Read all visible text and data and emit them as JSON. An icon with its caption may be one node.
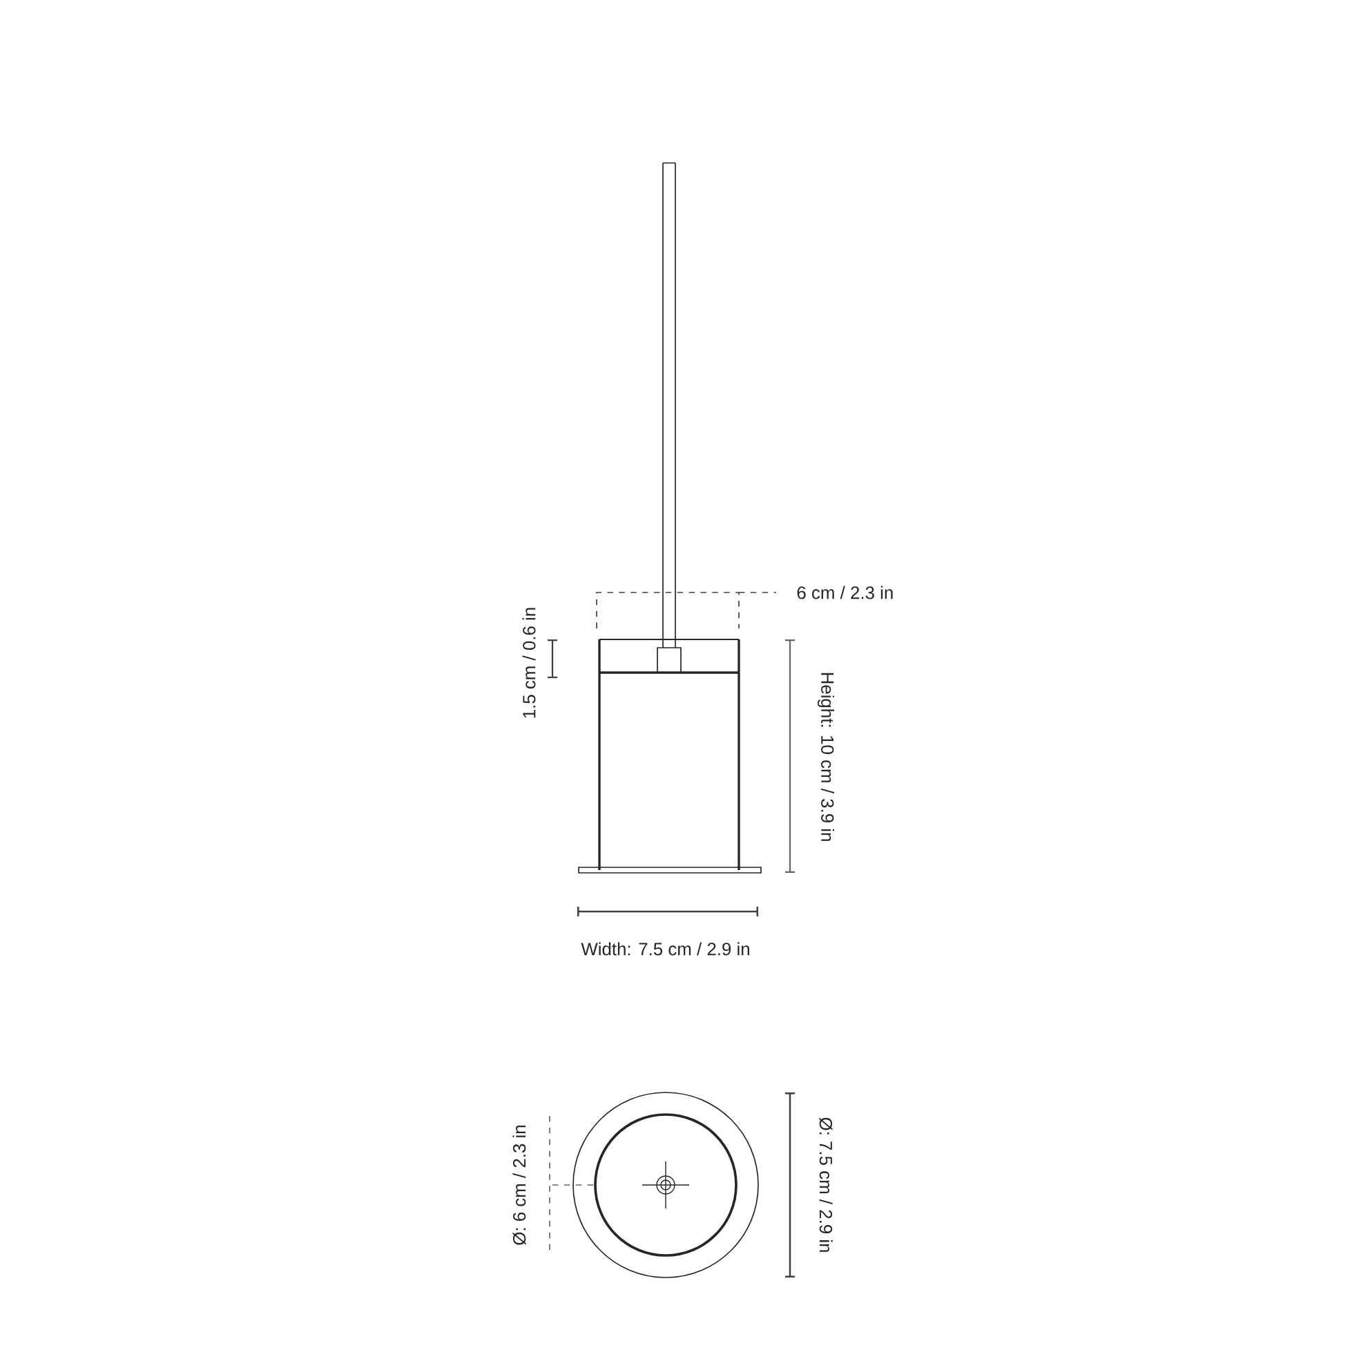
{
  "diagram": {
    "labels": [
      "6 cm / 2.3 in",
      "1.5 cm / 0.6 in",
      "Height: 10 cm / 3.9 in",
      "Width: 7.5 cm / 2.9 in",
      "Ø: 6 cm / 2.3 in",
      "Ø: 7.5 cm / 2.9 in"
    ]
  }
}
